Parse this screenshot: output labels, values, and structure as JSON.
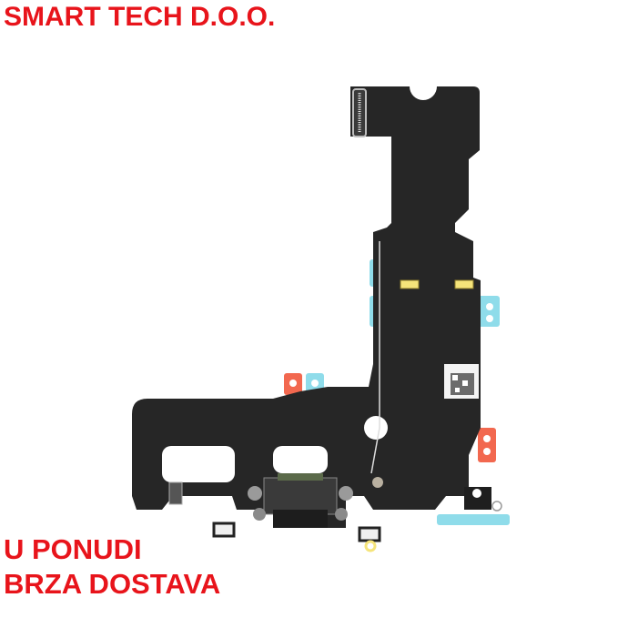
{
  "image": {
    "description": "Product photo of a smartphone charging port flex cable (black flex PCB with Lightning connector, blue and orange adhesive tabs) on white background",
    "colors": {
      "background": "#ffffff",
      "text_red": "#e8141b",
      "flex_black": "#262626",
      "tab_blue": "#8fdcea",
      "tab_orange": "#f2684f",
      "pad_gold": "#f5e47a"
    }
  },
  "overlay_text": {
    "company": "SMART TECH D.O.O.",
    "line1": "U PONUDI",
    "line2": "BRZA DOSTAVA"
  },
  "label_sticker": {
    "text": "barcode-label"
  }
}
